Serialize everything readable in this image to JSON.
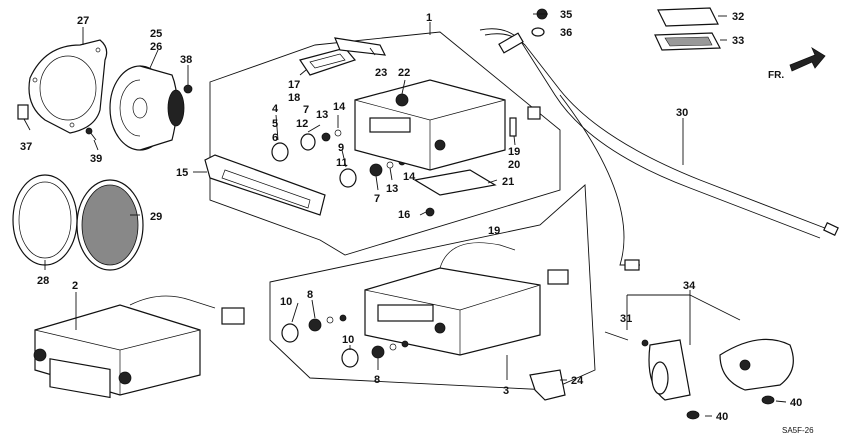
{
  "diagram": {
    "direction_label": "FR.",
    "ref_code": "SA5F-26",
    "callouts": [
      "27",
      "25",
      "26",
      "38",
      "37",
      "39",
      "28",
      "29",
      "2",
      "15",
      "4",
      "5",
      "6",
      "7",
      "12",
      "13",
      "9",
      "14",
      "11",
      "17",
      "18",
      "23",
      "22",
      "1",
      "19",
      "20",
      "21",
      "16",
      "35",
      "36",
      "32",
      "33",
      "30",
      "10",
      "8",
      "3",
      "24",
      "31",
      "34",
      "40"
    ]
  }
}
